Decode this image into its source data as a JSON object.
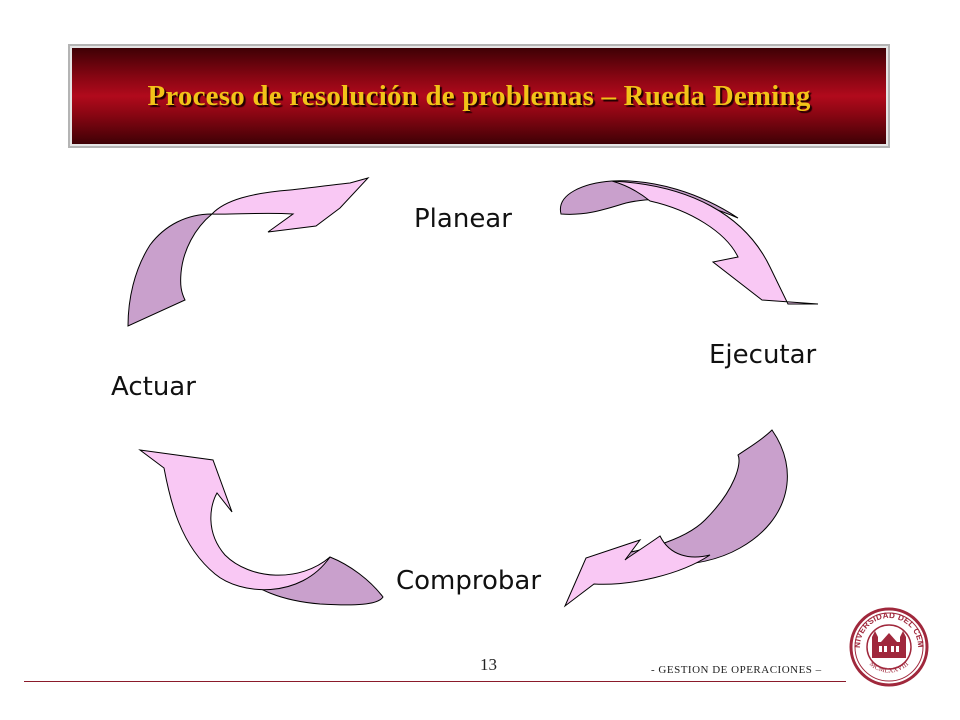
{
  "slide": {
    "title": "Proceso de resolución de problemas – Rueda Deming",
    "page_number": "13",
    "footer_text": "- GESTION DE OPERACIONES –"
  },
  "cycle": {
    "steps": [
      {
        "label": "Planear"
      },
      {
        "label": "Ejecutar"
      },
      {
        "label": "Comprobar"
      },
      {
        "label": "Actuar"
      }
    ],
    "arrow_colors": {
      "light": "#f9c8f4",
      "dark": "#c9a0cc",
      "outline": "#000000"
    }
  },
  "logo": {
    "text_top": "UNIVERSIDAD DEL CEMA",
    "text_bottom": "MCMLXXVIII",
    "color": "#a0283c"
  }
}
